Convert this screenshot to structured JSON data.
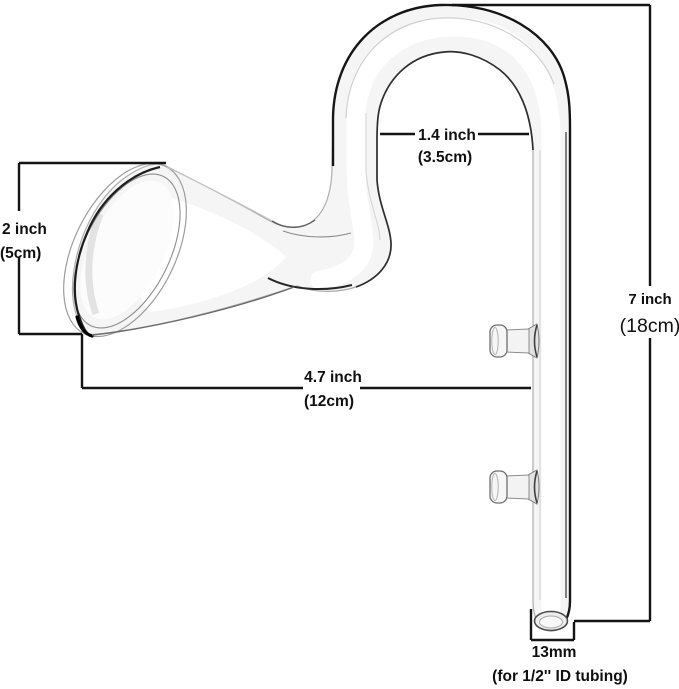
{
  "diagram": {
    "background": "#ffffff",
    "dimension_line_color": "#141414",
    "glass_outline_color": "#161616",
    "labels": {
      "hook_width_inch": "1.4 inch",
      "hook_width_cm": "(3.5cm)",
      "mouth_inch": "2 inch",
      "mouth_cm": "(5cm)",
      "reach_inch": "4.7 inch",
      "reach_cm": "(12cm)",
      "height_inch": "7 inch",
      "height_cm": "(18cm)",
      "outlet_mm": "13mm",
      "outlet_note": "(for 1/2'' ID tubing)"
    }
  }
}
